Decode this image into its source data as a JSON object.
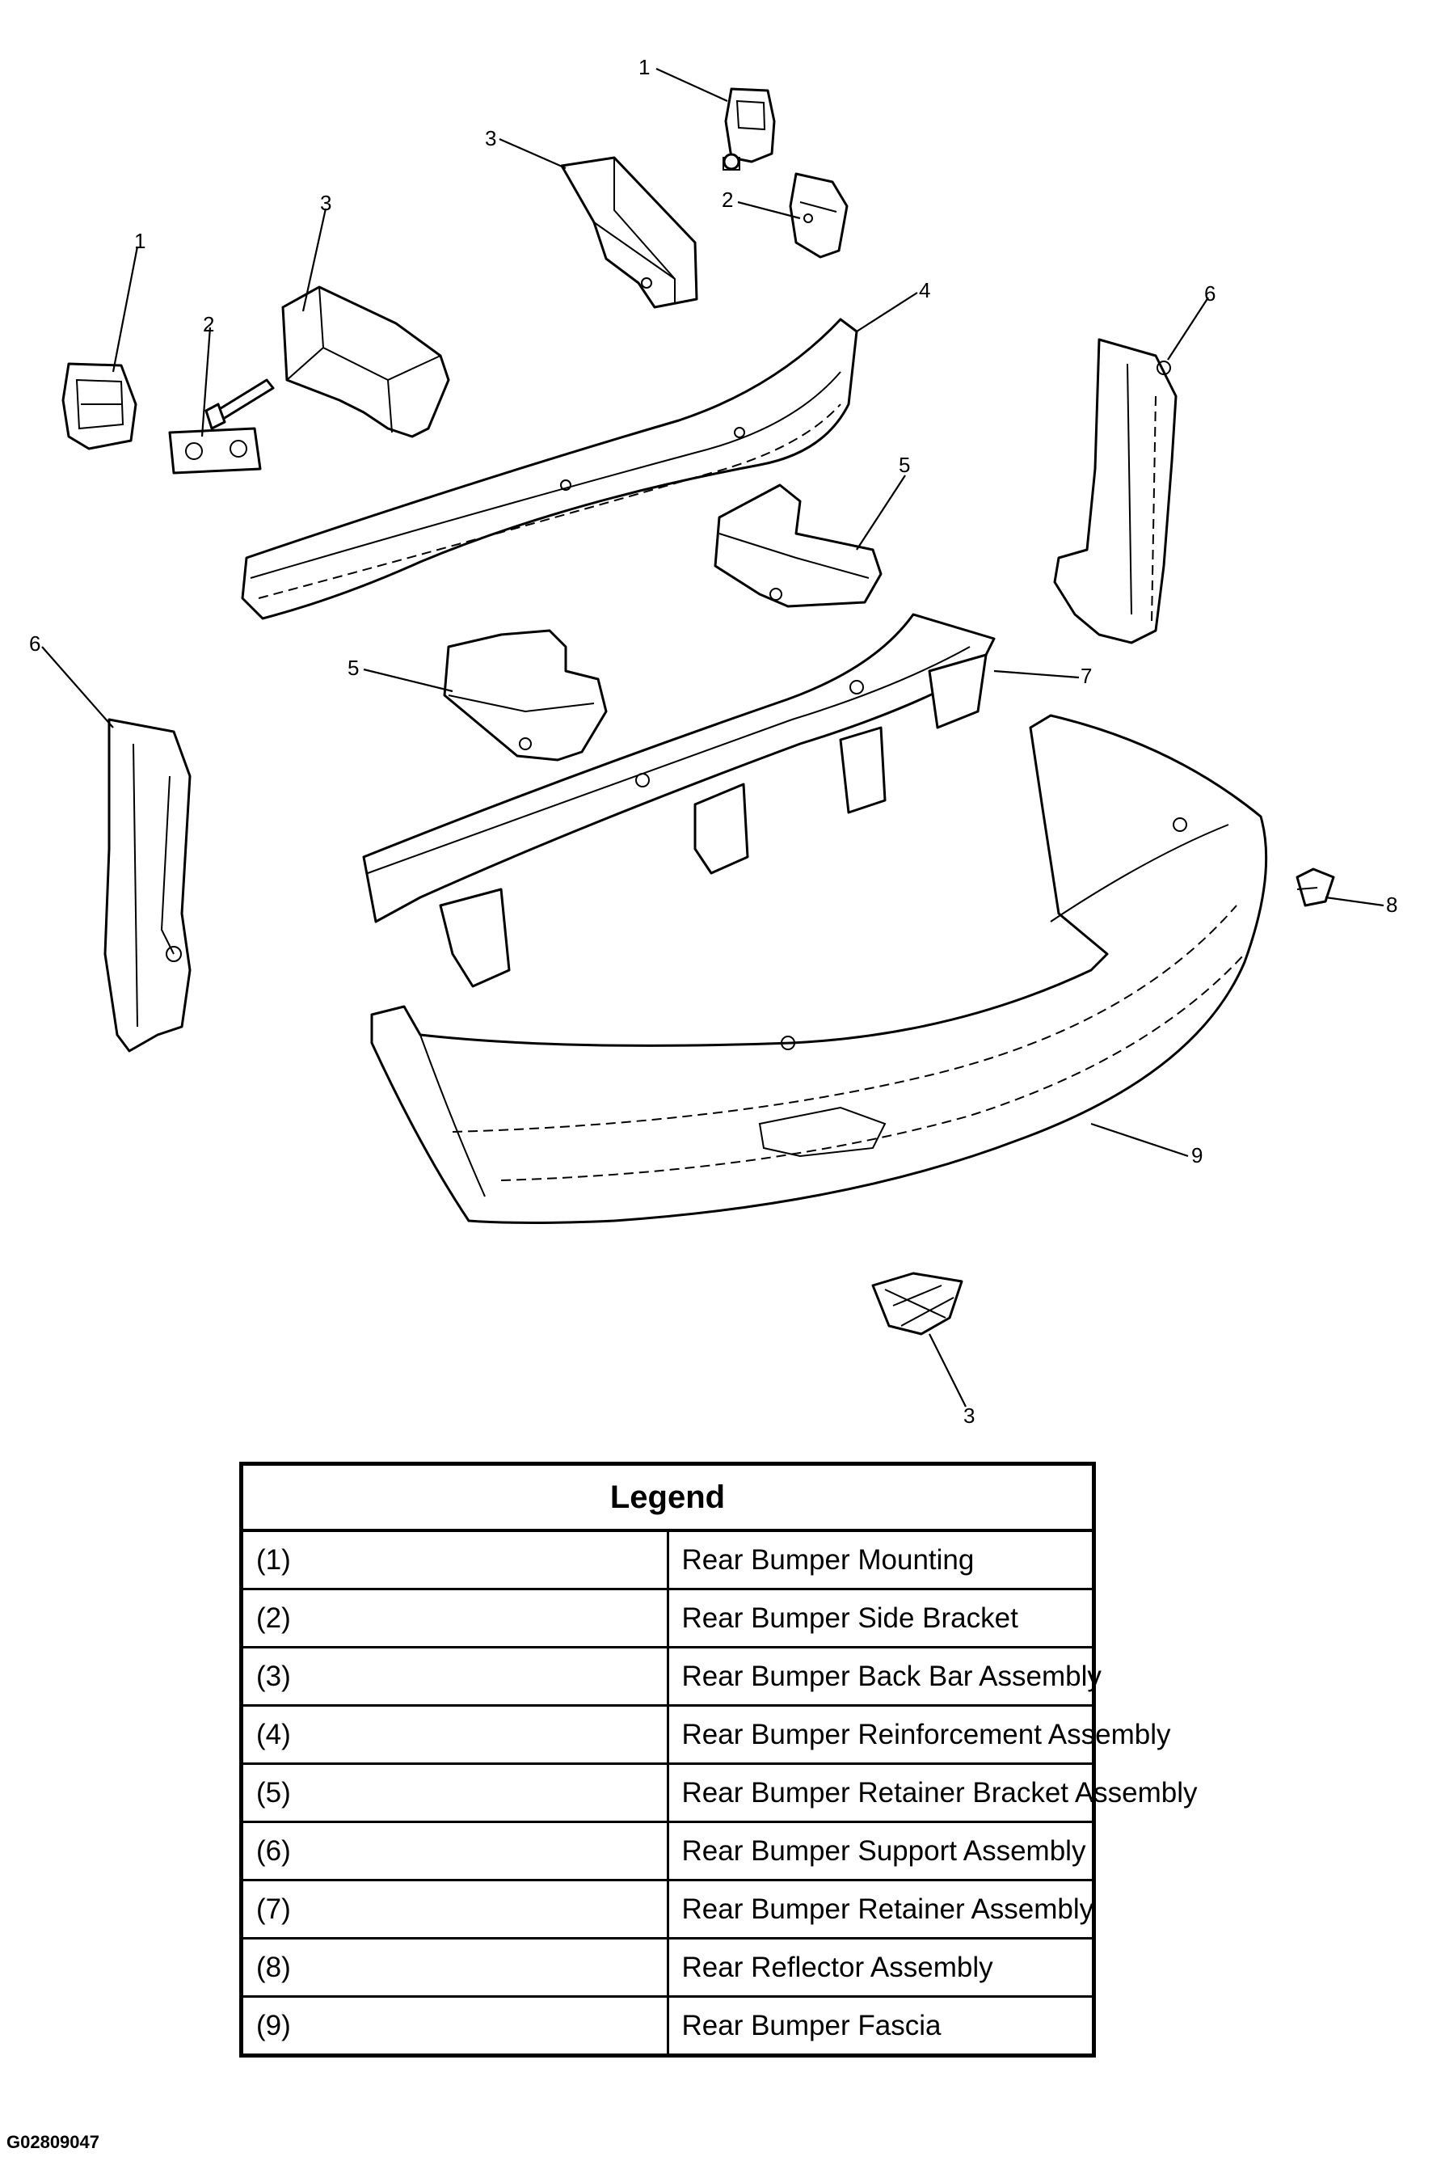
{
  "callouts": [
    {
      "id": "c-1a",
      "label": "1"
    },
    {
      "id": "c-3a",
      "label": "3"
    },
    {
      "id": "c-2a",
      "label": "2"
    },
    {
      "id": "c-1b",
      "label": "1"
    },
    {
      "id": "c-3b",
      "label": "3"
    },
    {
      "id": "c-2b",
      "label": "2"
    },
    {
      "id": "c-4",
      "label": "4"
    },
    {
      "id": "c-6a",
      "label": "6"
    },
    {
      "id": "c-5a",
      "label": "5"
    },
    {
      "id": "c-6b",
      "label": "6"
    },
    {
      "id": "c-5b",
      "label": "5"
    },
    {
      "id": "c-7",
      "label": "7"
    },
    {
      "id": "c-8",
      "label": "8"
    },
    {
      "id": "c-9",
      "label": "9"
    },
    {
      "id": "c-3c",
      "label": "3"
    }
  ],
  "legend": {
    "title": "Legend",
    "rows": [
      {
        "num": "(1)",
        "desc": "Rear Bumper Mounting"
      },
      {
        "num": "(2)",
        "desc": "Rear Bumper Side Bracket"
      },
      {
        "num": "(3)",
        "desc": "Rear Bumper Back Bar Assembly"
      },
      {
        "num": "(4)",
        "desc": "Rear Bumper Reinforcement Assembly"
      },
      {
        "num": "(5)",
        "desc": "Rear Bumper Retainer Bracket Assembly"
      },
      {
        "num": "(6)",
        "desc": "Rear Bumper Support Assembly"
      },
      {
        "num": "(7)",
        "desc": "Rear Bumper Retainer Assembly"
      },
      {
        "num": "(8)",
        "desc": "Rear Reflector Assembly"
      },
      {
        "num": "(9)",
        "desc": "Rear Bumper Fascia"
      }
    ]
  },
  "figure_id": "G02809047"
}
